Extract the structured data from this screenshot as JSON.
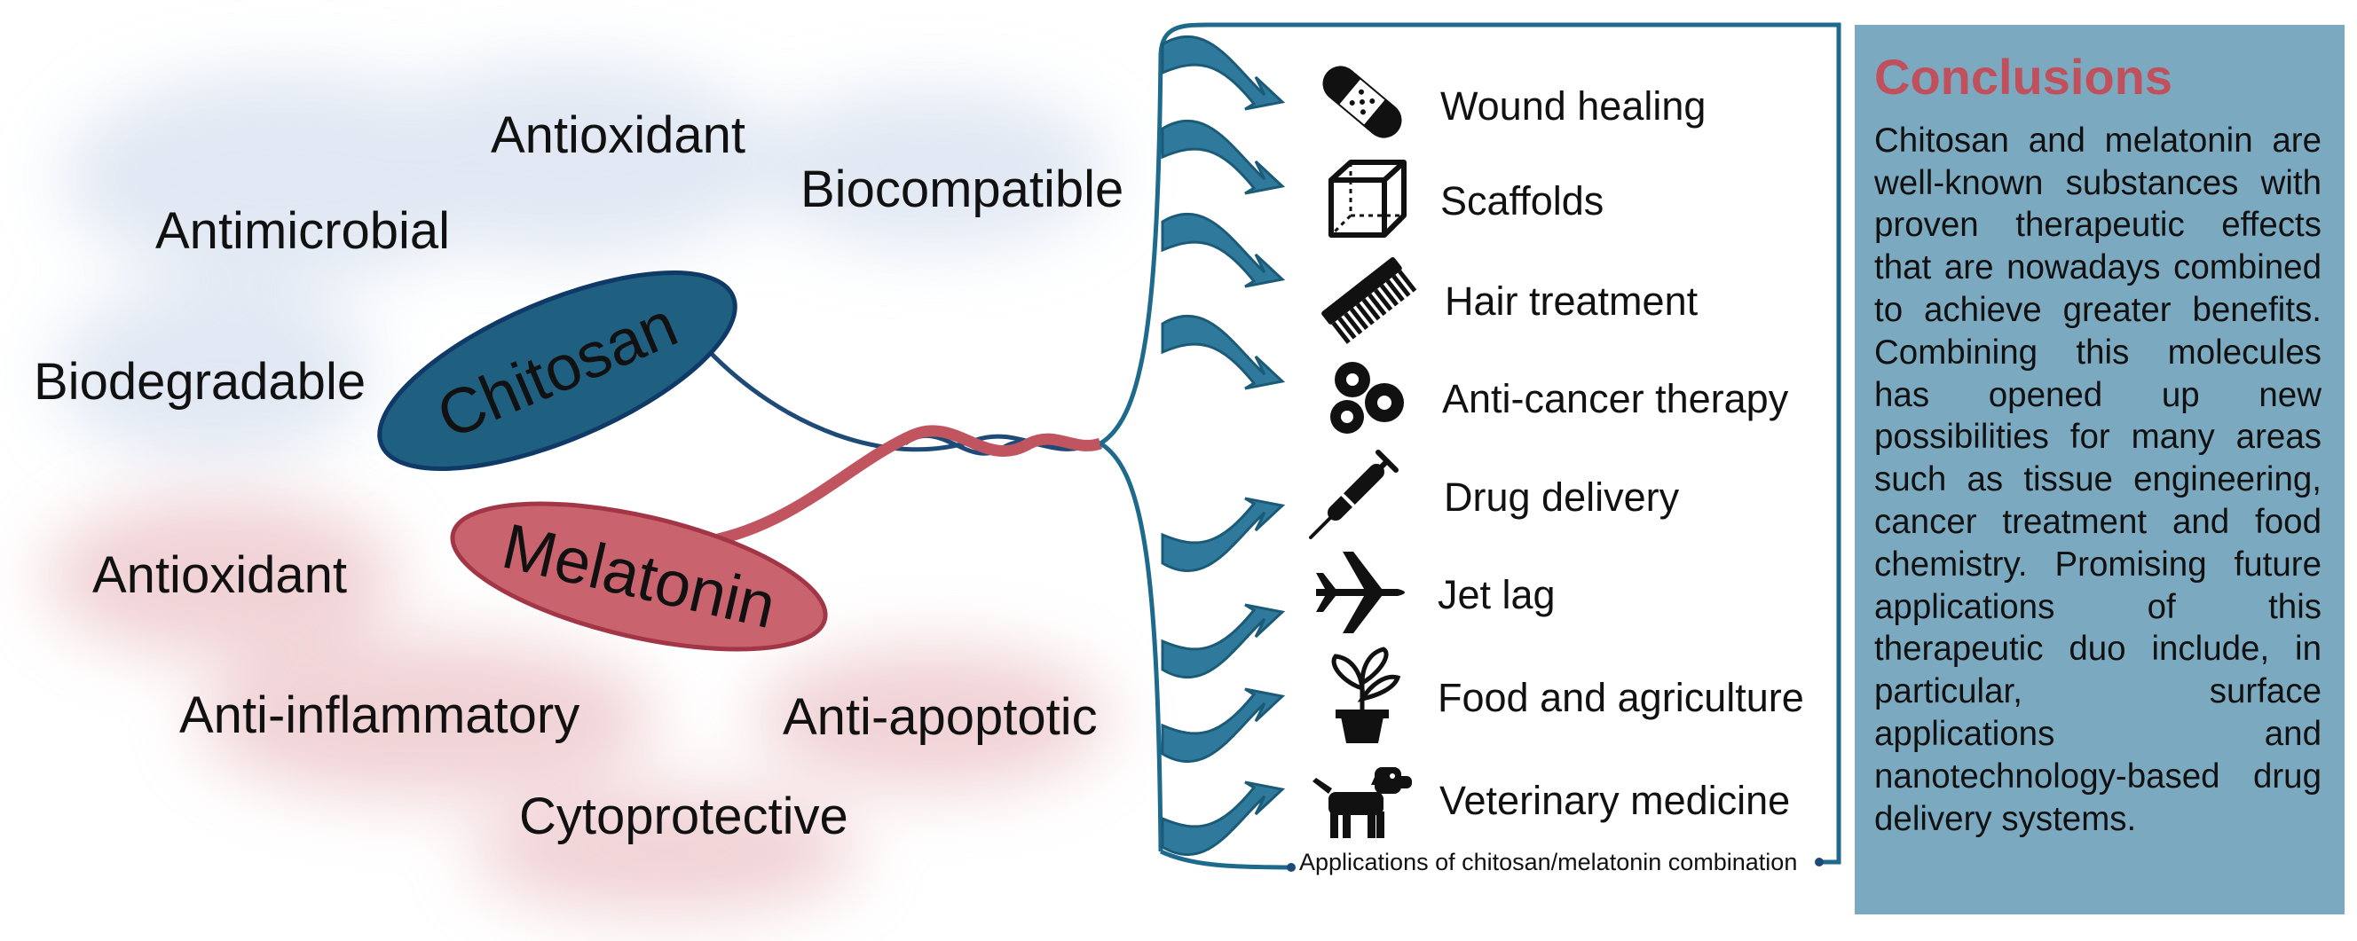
{
  "chitosan": {
    "label": "Chitosan",
    "color": "#1e5a7a",
    "properties": [
      "Antioxidant",
      "Biocompatible",
      "Antimicrobial",
      "Biodegradable"
    ]
  },
  "melatonin": {
    "label": "Melatonin",
    "color": "#c05560",
    "properties": [
      "Antioxidant",
      "Anti-inflammatory",
      "Anti-apoptotic",
      "Cytoprotective"
    ]
  },
  "applications": {
    "items": [
      {
        "label": "Wound healing",
        "icon": "bandage-icon"
      },
      {
        "label": "Scaffolds",
        "icon": "cube-icon"
      },
      {
        "label": "Hair treatment",
        "icon": "comb-icon"
      },
      {
        "label": "Anti-cancer therapy",
        "icon": "cancer-cells-icon"
      },
      {
        "label": "Drug delivery",
        "icon": "syringe-icon"
      },
      {
        "label": "Jet lag",
        "icon": "airplane-icon"
      },
      {
        "label": "Food and agriculture",
        "icon": "potted-plant-icon"
      },
      {
        "label": "Veterinary medicine",
        "icon": "dog-icon"
      }
    ],
    "caption": "Applications of chitosan/melatonin combination"
  },
  "conclusions": {
    "title": "Conclusions",
    "text": "Chitosan and melatonin are well-known substances with proven therapeutic effects that are nowadays combined to achieve greater benefits. Combining this molecules has opened up new possibilities for many areas such as tissue engineering, cancer treatment and food chemistry. Promising future applications of this therapeutic duo include, in particular, surface applications and nanotechnology-based drug delivery systems.",
    "panel_color": "#7aa9c0",
    "title_color": "#c0505c"
  }
}
